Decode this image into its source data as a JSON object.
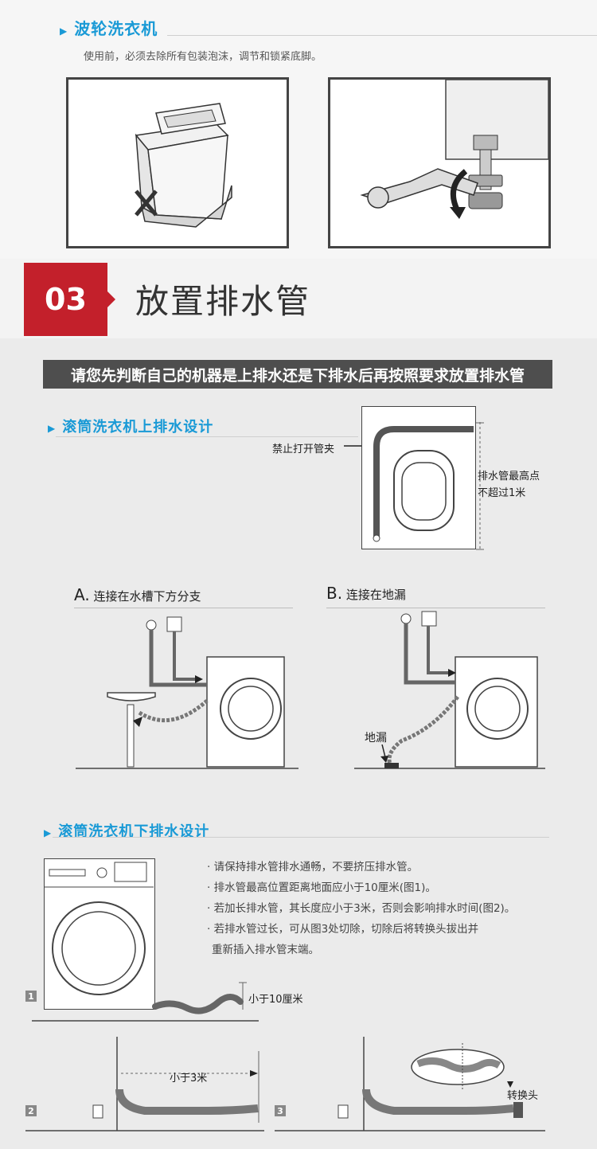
{
  "pulsator": {
    "title": "波轮洗衣机",
    "note": "使用前，必须去除所有包装泡沫，调节和锁紧底脚。"
  },
  "banner": {
    "number": "03",
    "title": "放置排水管"
  },
  "notice": "请您先判断自己的机器是上排水还是下排水后再按照要求放置排水管",
  "upper_drain": {
    "title": "滚筒洗衣机上排水设计",
    "clamp_label": "禁止打开管夹",
    "height_label_1": "排水管最高点",
    "height_label_2": "不超过1米"
  },
  "option_a": {
    "letter": "A.",
    "text": "连接在水槽下方分支"
  },
  "option_b": {
    "letter": "B.",
    "text": "连接在地漏",
    "floor_drain": "地漏"
  },
  "lower_drain": {
    "title": "滚筒洗衣机下排水设计",
    "bullets": [
      "· 请保持排水管排水通畅，不要挤压排水管。",
      "· 排水管最高位置距离地面应小于10厘米(图1)。",
      "· 若加长排水管，其长度应小于3米，否则会影响排水时间(图2)。",
      "· 若排水管过长，可从图3处切除，切除后将转换头拔出并",
      "重新插入排水管末端。"
    ],
    "fig1": {
      "num": "1",
      "label": "小于10厘米"
    },
    "fig2": {
      "num": "2",
      "label": "小于3米"
    },
    "fig3": {
      "num": "3",
      "label": "转换头"
    }
  },
  "colors": {
    "accent": "#1a9ad6",
    "badge": "#c3202b",
    "bar": "#4e4e4e"
  }
}
